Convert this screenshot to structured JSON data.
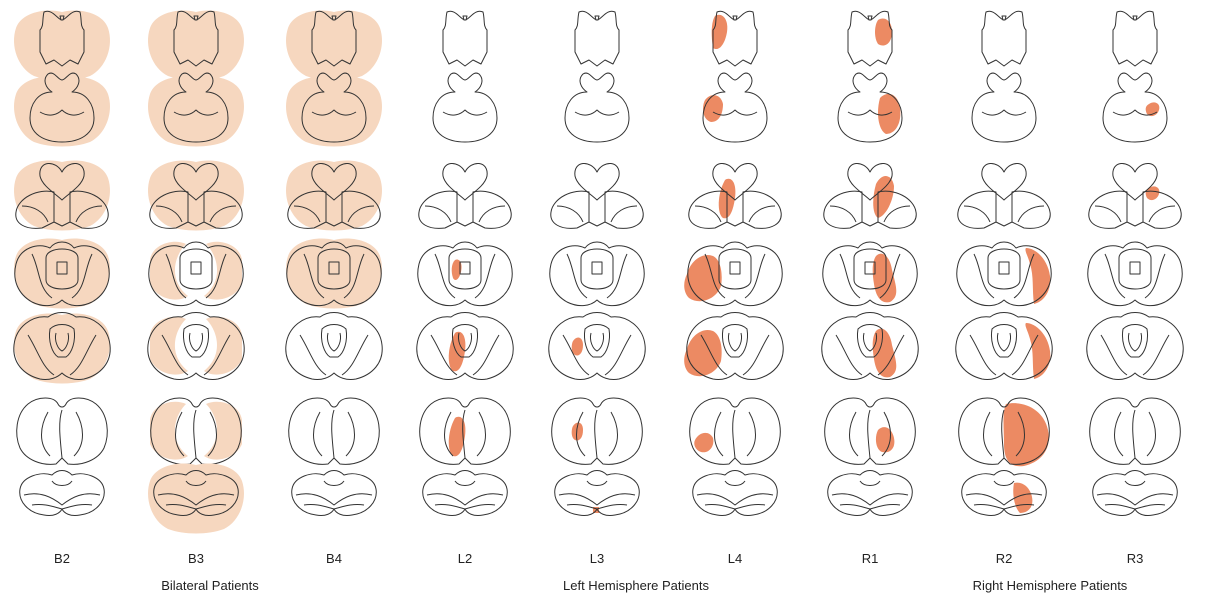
{
  "colors": {
    "bilateral_fill": "#f6d7bf",
    "unilateral_fill": "#ec8a63",
    "outline": "#333333"
  },
  "patients": [
    {
      "id": "B2",
      "group": "bilateral",
      "lesions": {
        "0": "bilateral-wide",
        "1": "bilateral-wide",
        "2": "bilateral-wide",
        "3": "bilateral-wide",
        "4": "bilateral-wide"
      }
    },
    {
      "id": "B3",
      "group": "bilateral",
      "lesions": {
        "0": "bilateral-wide",
        "1": "bilateral-wide",
        "2": "bilateral-wide",
        "3": "bilateral-ring",
        "4": "bilateral-ring",
        "5": "bilateral-ring",
        "6": "bilateral-wide"
      }
    },
    {
      "id": "B4",
      "group": "bilateral",
      "lesions": {
        "0": "bilateral-wide",
        "1": "bilateral-wide",
        "2": "bilateral-wide",
        "3": "bilateral-wide"
      }
    },
    {
      "id": "L2",
      "group": "left",
      "lesions": {
        "3": "left-medial-small",
        "4": "left-medial",
        "5": "left-medial"
      }
    },
    {
      "id": "L3",
      "group": "left",
      "lesions": {
        "4": "left-mid-small",
        "5": "left-mid-small",
        "6": "left-tiny-bottom"
      }
    },
    {
      "id": "L4",
      "group": "left",
      "lesions": {
        "0": "left-top",
        "1": "left-side",
        "2": "left-medial",
        "3": "left-lateral-large",
        "4": "left-lateral-large",
        "5": "left-lateral-small"
      }
    },
    {
      "id": "R1",
      "group": "right",
      "lesions": {
        "0": "right-top",
        "1": "right-side",
        "2": "right-medial",
        "3": "right-medial-large",
        "4": "right-medial-large",
        "5": "right-medial-small"
      }
    },
    {
      "id": "R2",
      "group": "right",
      "lesions": {
        "3": "right-lateral",
        "4": "right-lateral",
        "5": "right-lateral-large",
        "6": "right-lateral-small"
      }
    },
    {
      "id": "R3",
      "group": "right",
      "lesions": {
        "1": "right-small",
        "2": "right-small"
      }
    }
  ],
  "groups": [
    {
      "label": "Bilateral Patients"
    },
    {
      "label": "Left Hemisphere Patients"
    },
    {
      "label": "Right Hemisphere Patients"
    }
  ]
}
